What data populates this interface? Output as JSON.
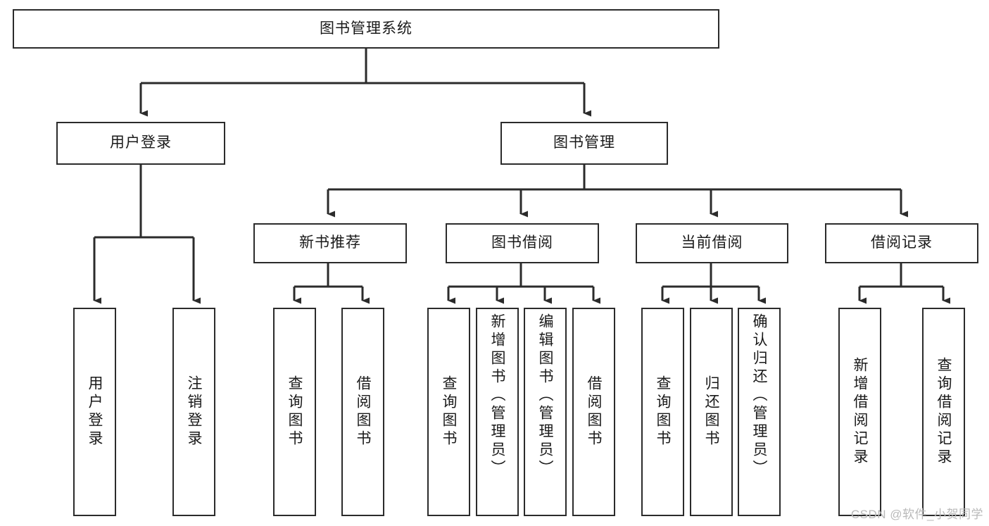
{
  "diagram": {
    "title": "图书管理系统",
    "type": "tree-hierarchy",
    "colors": {
      "stroke": "#2b2b2b",
      "fill": "#ffffff",
      "text": "#1a1a1a",
      "watermark": "#b9b9b9"
    },
    "watermark": "CSDN @软件_小贺同学",
    "root": {
      "label": "图书管理系统"
    },
    "level2": [
      {
        "label": "用户登录"
      },
      {
        "label": "图书管理"
      }
    ],
    "level3": [
      {
        "label": "新书推荐"
      },
      {
        "label": "图书借阅"
      },
      {
        "label": "当前借阅"
      },
      {
        "label": "借阅记录"
      }
    ],
    "leaves": {
      "user_login": [
        {
          "label": "用户登录"
        },
        {
          "label": "注销登录"
        }
      ],
      "new_book_recommend": [
        {
          "label": "查询图书"
        },
        {
          "label": "借阅图书"
        }
      ],
      "book_borrow": [
        {
          "label": "查询图书"
        },
        {
          "label": "新增图书（管理员）"
        },
        {
          "label": "编辑图书（管理员）"
        },
        {
          "label": "借阅图书"
        }
      ],
      "current_borrow": [
        {
          "label": "查询图书"
        },
        {
          "label": "归还图书"
        },
        {
          "label": "确认归还（管理员）"
        }
      ],
      "borrow_record": [
        {
          "label": "新增借阅记录"
        },
        {
          "label": "查询借阅记录"
        }
      ]
    }
  }
}
